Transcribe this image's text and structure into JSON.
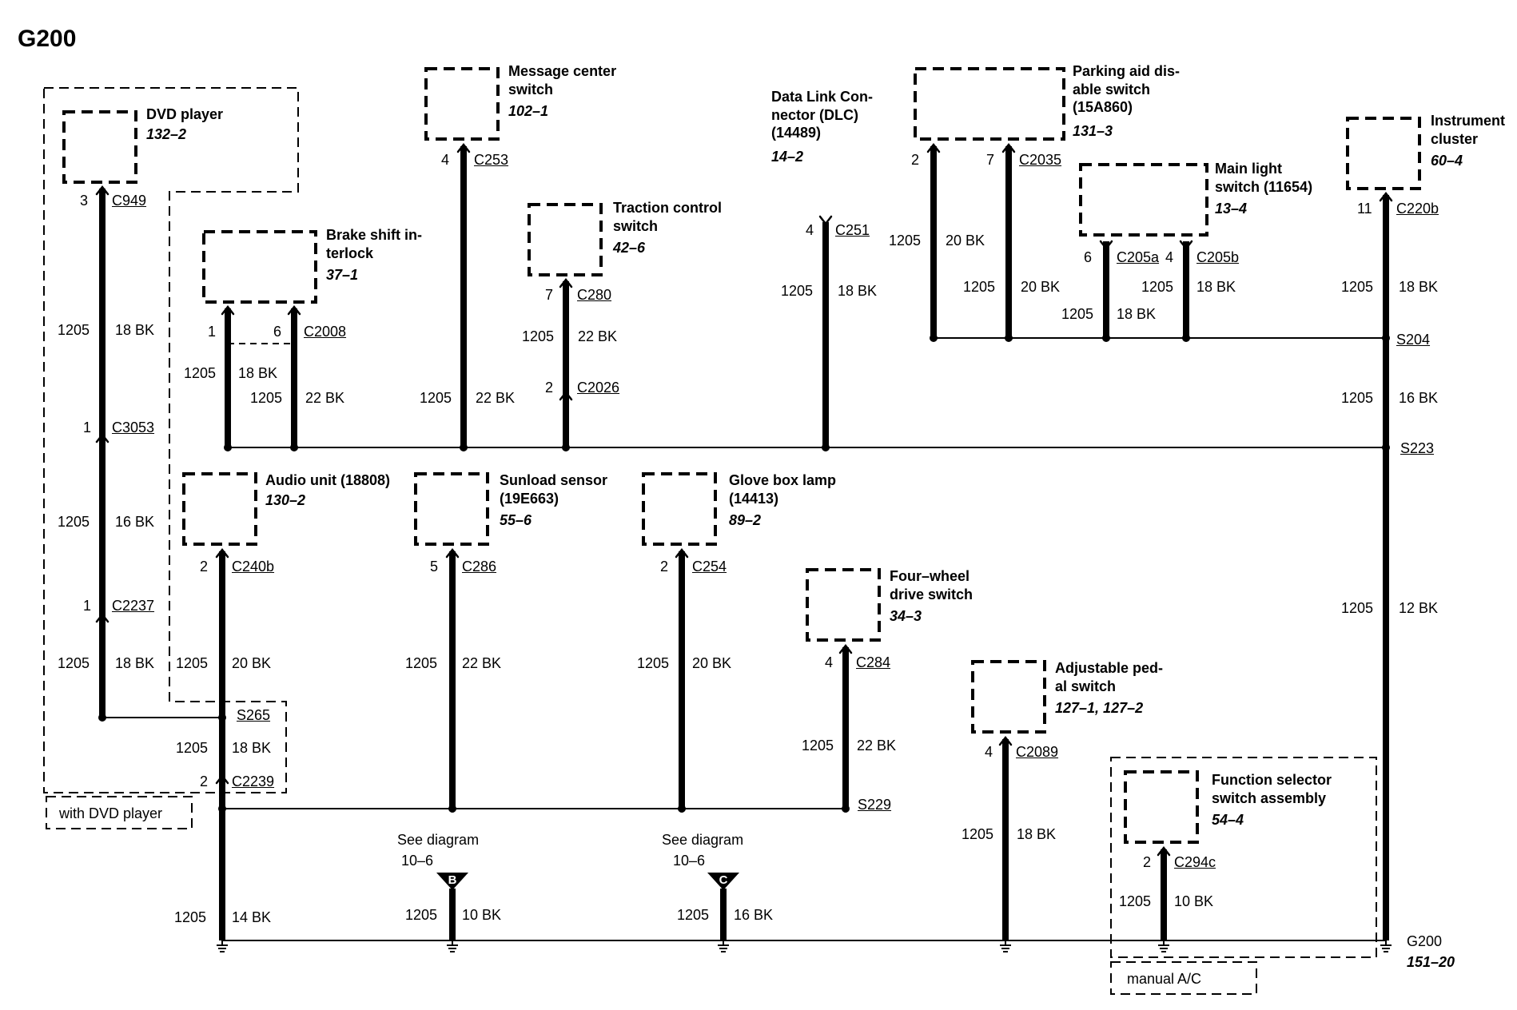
{
  "title": "G200",
  "colors": {
    "ink": "#000000",
    "paper": "#ffffff"
  },
  "components": [
    {
      "name": "DVD player",
      "ref": "132–2"
    },
    {
      "name": "Message center\nswitch",
      "ref": "102–1"
    },
    {
      "name": "Data Link Con-\nnector (DLC)\n(14489)",
      "ref": "14–2"
    },
    {
      "name": "Parking aid dis-\nable switch\n(15A860)",
      "ref": "131–3"
    },
    {
      "name": "Instrument\ncluster",
      "ref": "60–4"
    },
    {
      "name": "Main light\nswitch (11654)",
      "ref": "13–4"
    },
    {
      "name": "Brake shift in-\nterlock",
      "ref": "37–1"
    },
    {
      "name": "Traction control\nswitch",
      "ref": "42–6"
    },
    {
      "name": "Audio unit (18808)",
      "ref": "130–2"
    },
    {
      "name": "Sunload sensor\n(19E663)",
      "ref": "55–6"
    },
    {
      "name": "Glove box lamp\n(14413)",
      "ref": "89–2"
    },
    {
      "name": "Four–wheel\ndrive switch",
      "ref": "34–3"
    },
    {
      "name": "Adjustable ped-\nal switch",
      "ref": "127–1, 127–2"
    },
    {
      "name": "Function selector\nswitch assembly",
      "ref": "54–4"
    }
  ],
  "connectors": [
    "C949",
    "C253",
    "C2008",
    "C280",
    "C2026",
    "C251",
    "C2035",
    "C205a",
    "C205b",
    "C220b",
    "C3053",
    "C2237",
    "C240b",
    "C286",
    "C254",
    "C284",
    "C2089",
    "C294c",
    "C2239",
    "S204",
    "S223",
    "S265",
    "S229",
    "G200"
  ],
  "pins": [
    "3",
    "4",
    "1",
    "6",
    "7",
    "2",
    "4",
    "2",
    "7",
    "6",
    "4",
    "11",
    "1",
    "1",
    "2",
    "5",
    "2",
    "4",
    "4",
    "2",
    "2"
  ],
  "circuits": [
    {
      "id": "1205",
      "gauge": "18 BK"
    },
    {
      "id": "1205",
      "gauge": "18 BK"
    },
    {
      "id": "1205",
      "gauge": "22 BK"
    },
    {
      "id": "1205",
      "gauge": "22 BK"
    },
    {
      "id": "1205",
      "gauge": "22 BK"
    },
    {
      "id": "1205",
      "gauge": "18 BK"
    },
    {
      "id": "1205",
      "gauge": "20 BK"
    },
    {
      "id": "1205",
      "gauge": "20 BK"
    },
    {
      "id": "1205",
      "gauge": "18 BK"
    },
    {
      "id": "1205",
      "gauge": "18 BK"
    },
    {
      "id": "1205",
      "gauge": "18 BK"
    },
    {
      "id": "1205",
      "gauge": "16 BK"
    },
    {
      "id": "1205",
      "gauge": "16 BK"
    },
    {
      "id": "1205",
      "gauge": "18 BK"
    },
    {
      "id": "1205",
      "gauge": "20 BK"
    },
    {
      "id": "1205",
      "gauge": "22 BK"
    },
    {
      "id": "1205",
      "gauge": "20 BK"
    },
    {
      "id": "1205",
      "gauge": "12 BK"
    },
    {
      "id": "1205",
      "gauge": "22 BK"
    },
    {
      "id": "1205",
      "gauge": "18 BK"
    },
    {
      "id": "1205",
      "gauge": "18 BK"
    },
    {
      "id": "1205",
      "gauge": "10 BK"
    },
    {
      "id": "1205",
      "gauge": "14 BK"
    },
    {
      "id": "1205",
      "gauge": "10 BK"
    },
    {
      "id": "1205",
      "gauge": "16 BK"
    }
  ],
  "see_diagrams": [
    {
      "label": "See diagram",
      "ref": "10–6",
      "marker": "B"
    },
    {
      "label": "See diagram",
      "ref": "10–6",
      "marker": "C"
    }
  ],
  "notes": {
    "dvd": "with DVD player",
    "manual_ac": "manual A/C",
    "ground_ref": "151–20"
  }
}
